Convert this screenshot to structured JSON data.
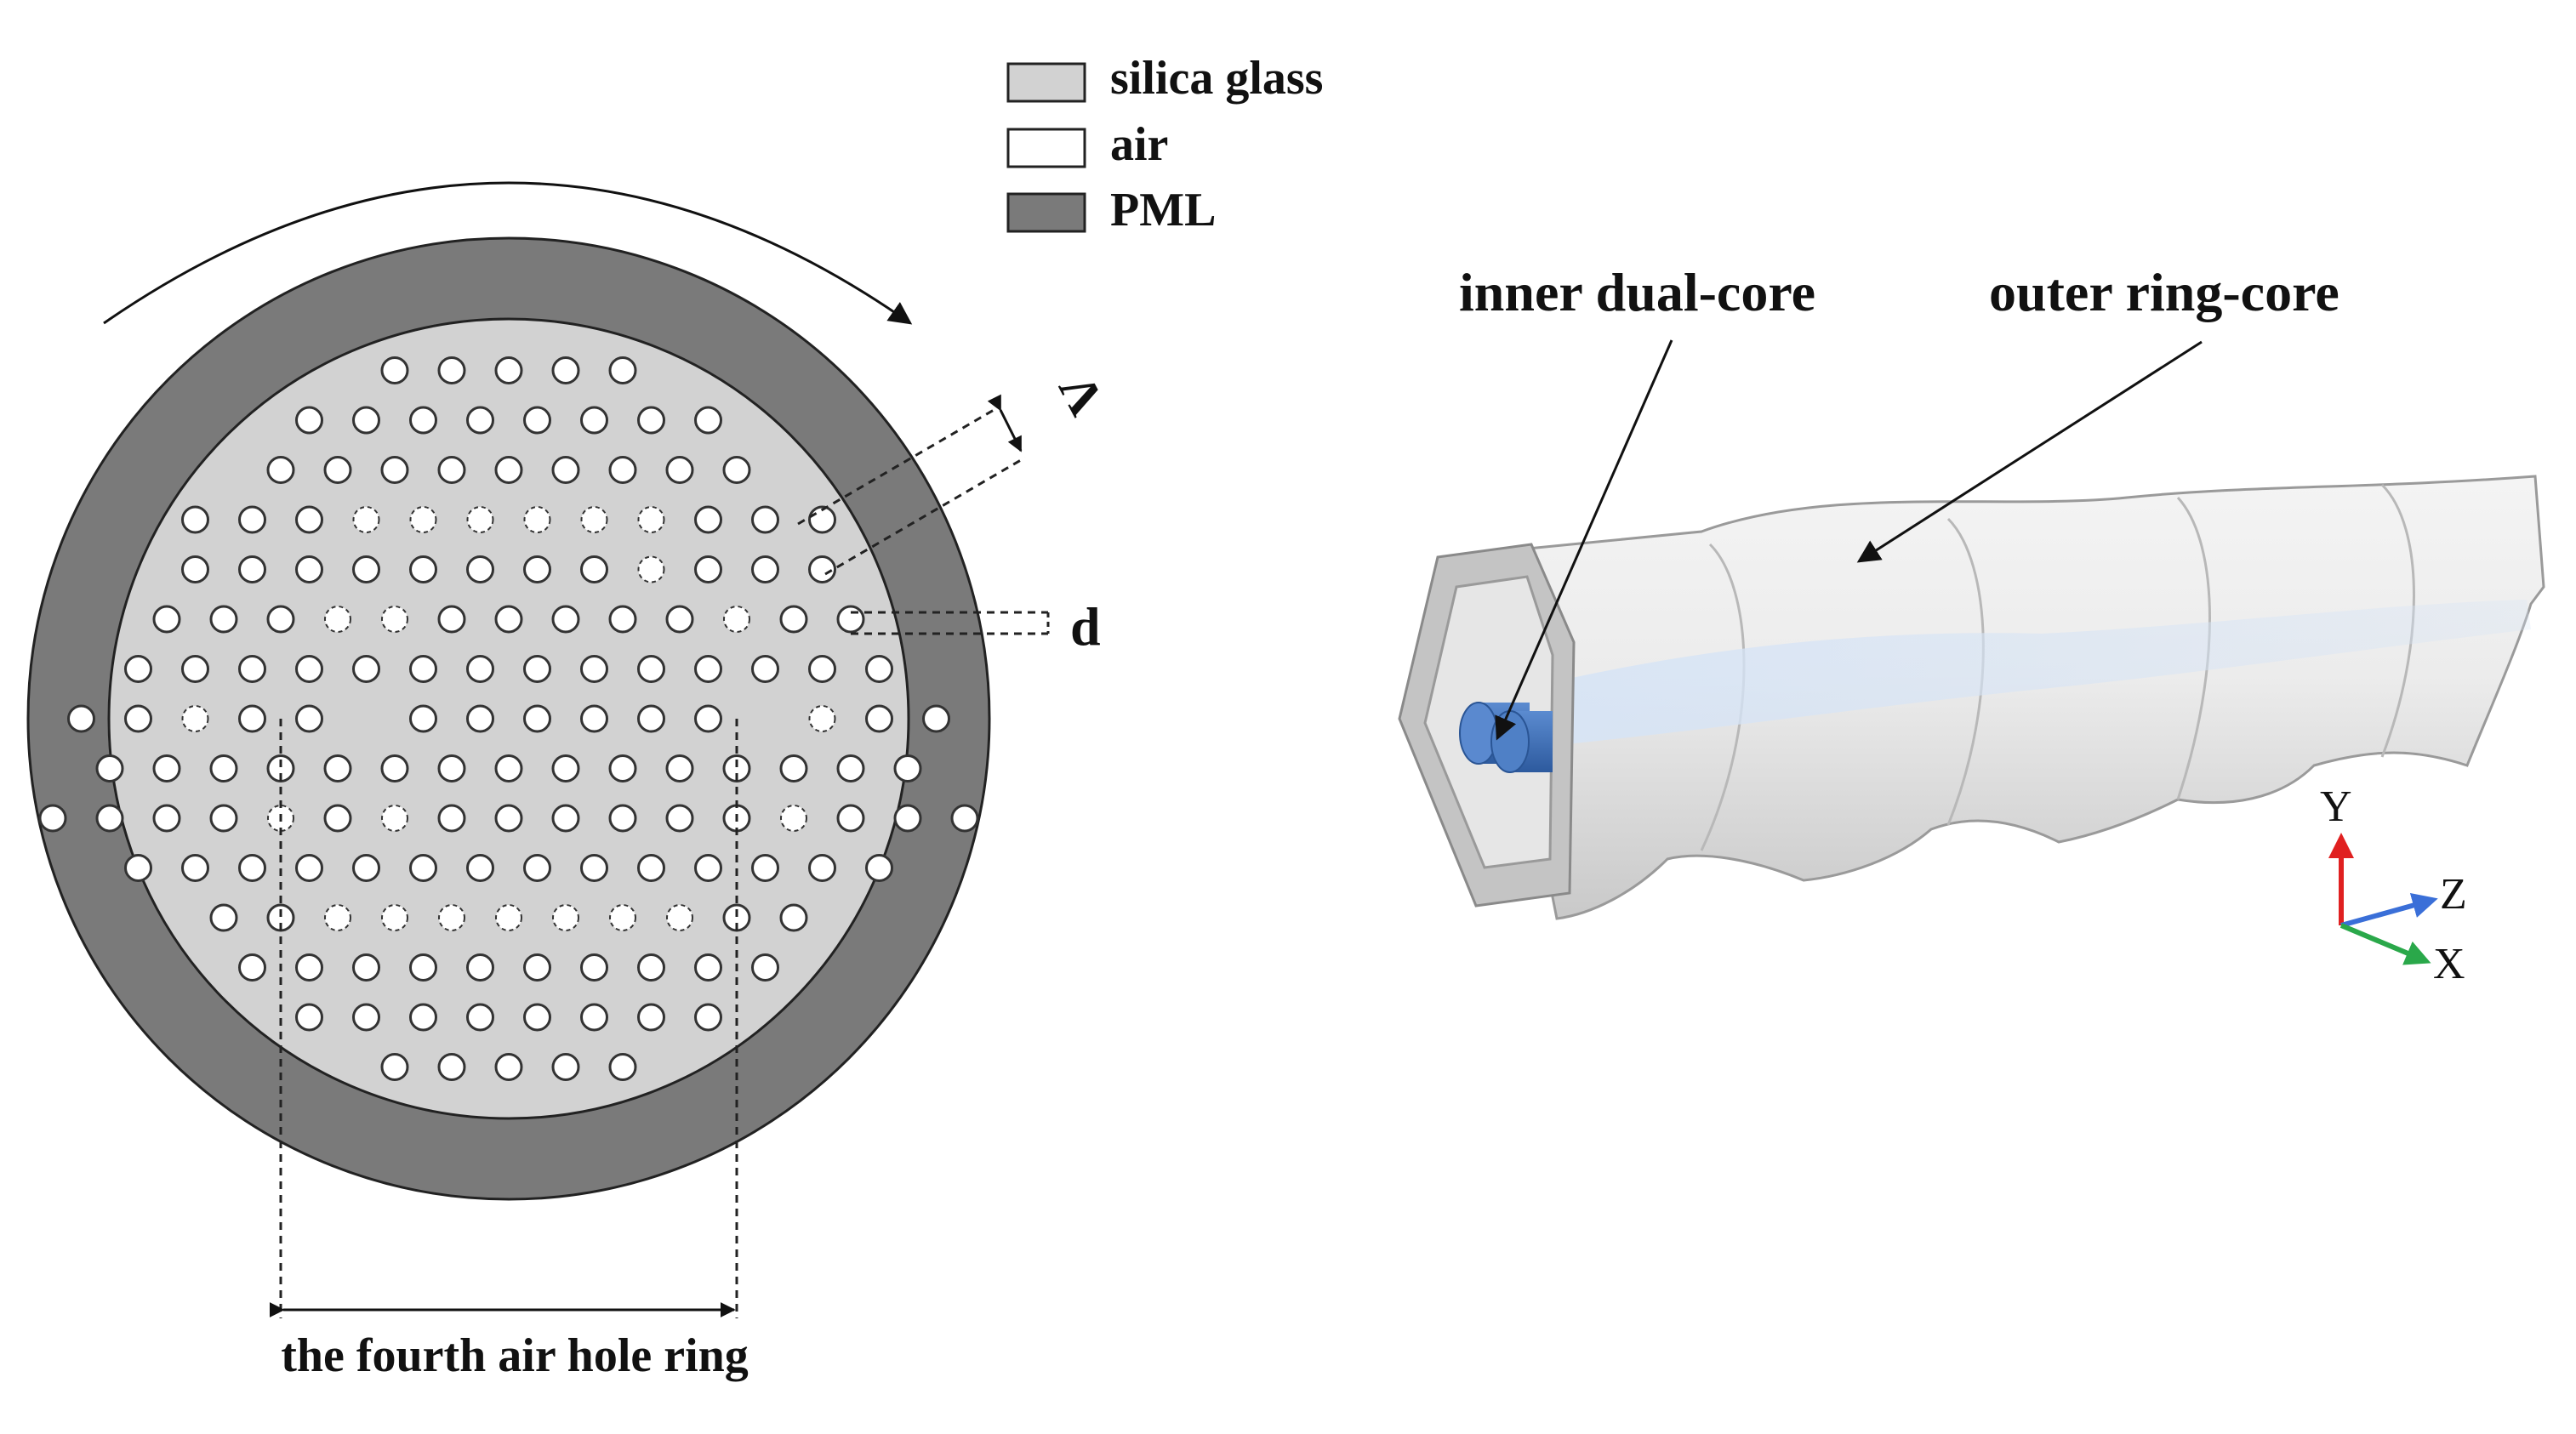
{
  "legend": {
    "items": [
      {
        "label": "silica glass",
        "color": "#d2d2d2"
      },
      {
        "label": "air",
        "color": "#ffffff"
      },
      {
        "label": "PML",
        "color": "#7a7a7a"
      }
    ]
  },
  "cross_section": {
    "pitch_label": "Λ",
    "diameter_label": "d",
    "ring_caption": "the fourth air hole ring",
    "hole_rows": [
      {
        "pattern": "ooooo"
      },
      {
        "pattern": "oooooooo"
      },
      {
        "pattern": "ooooooooo"
      },
      {
        "pattern": "oooddddddooo"
      },
      {
        "pattern": "oooooooodooo"
      },
      {
        "pattern": "oooddooooodoo"
      },
      {
        "pattern": "oooooooooooooo"
      },
      {
        "pattern": "oodoo.oooooo.doo"
      },
      {
        "pattern": "ooooooooooooooo"
      },
      {
        "pattern": "oooododoooooodooo"
      },
      {
        "pattern": "oooooooooooooo"
      },
      {
        "pattern": "oodddddddoo"
      },
      {
        "pattern": "oooooooooo"
      },
      {
        "pattern": "oooooooo"
      },
      {
        "pattern": "ooooo"
      }
    ]
  },
  "fiber3d": {
    "inner_label": "inner dual-core",
    "outer_label": "outer ring-core",
    "core_color": "#3f6fb5",
    "axes": [
      {
        "label": "Y",
        "color": "#e02020"
      },
      {
        "label": "Z",
        "color": "#3a6fd8"
      },
      {
        "label": "X",
        "color": "#2aa84a"
      }
    ]
  }
}
